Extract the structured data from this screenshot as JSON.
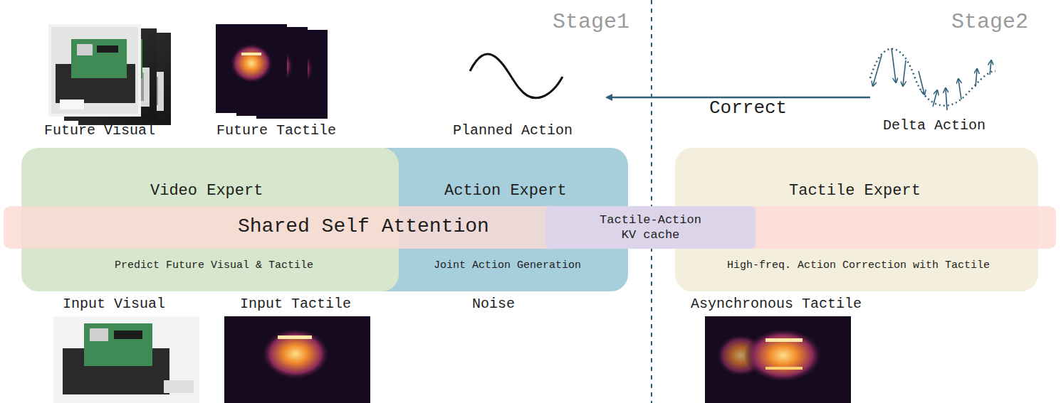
{
  "diagram": {
    "nodes": [
      {
        "text": [
          "Video Expert",
          "Predict Future Visual & Tactile"
        ]
      },
      {
        "text": [
          "Action Expert",
          "Joint Action Generation"
        ]
      },
      {
        "text": [
          "Tactile Expert",
          "High-freq. Action Correction with Tactile"
        ]
      },
      {
        "text": [
          "Shared Self Attention"
        ]
      },
      {
        "text": [
          "Tactile-Action KV cache"
        ],
        "in": 3
      }
    ],
    "labels": [
      "Stage1",
      "Stage2",
      "Future Visual",
      "Future Tactile",
      "Planned Action",
      "Correct",
      "Delta Action",
      "Input Visual",
      "Input Tactile",
      "Noise",
      "Asynchronous Tactile"
    ]
  }
}
